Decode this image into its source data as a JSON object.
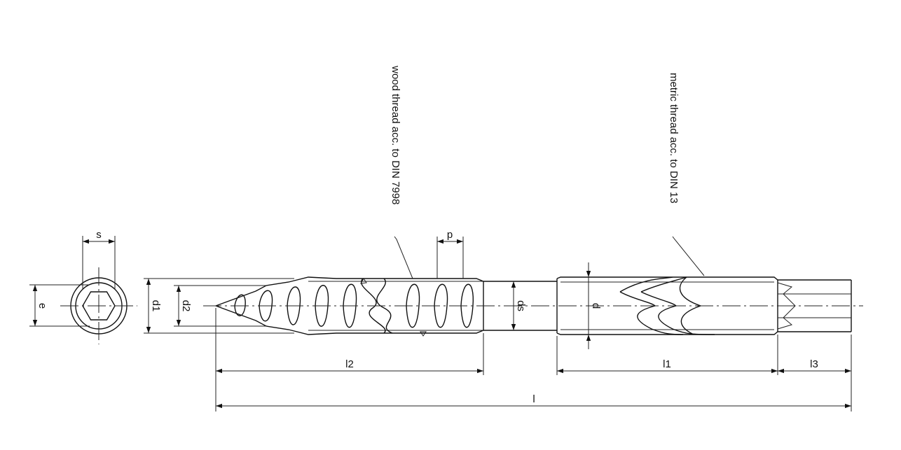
{
  "labels": {
    "s": "s",
    "e": "e",
    "d1": "d1",
    "d2": "d2",
    "p": "p",
    "ds": "ds",
    "d": "d",
    "l2": "l2",
    "l1": "l1",
    "l3": "l3",
    "l": "l"
  },
  "notes": {
    "wood_thread": "wood thread acc. to DIN 7998",
    "metric_thread": "metric thread acc. to DIN 13"
  }
}
